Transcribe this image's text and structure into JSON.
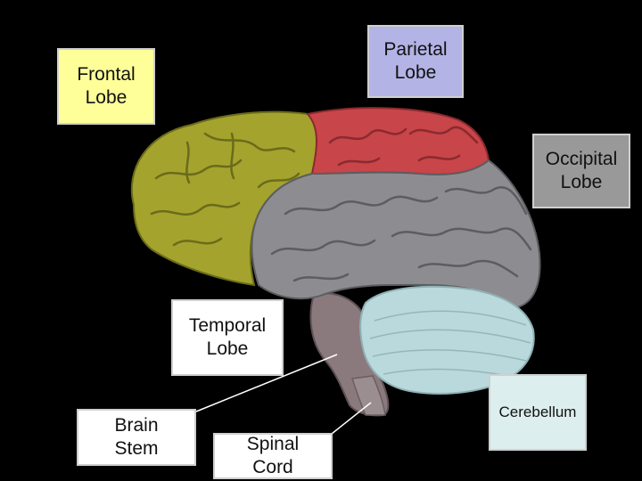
{
  "labels": {
    "frontal": "Frontal\nLobe",
    "parietal": "Parietal\nLobe",
    "occipital": "Occipital\nLobe",
    "temporal": "Temporal\nLobe",
    "brain_stem": "Brain\nStem",
    "spinal_cord": "Spinal\nCord",
    "cerebellum": "Cerebellum"
  },
  "colors": {
    "background": "#000000",
    "frontal_lobe": "#a3a32e",
    "parietal_lobe": "#c8454a",
    "occipital_temporal_lobe": "#8d8d91",
    "cerebellum": "#b9d9dc",
    "brain_stem": "#8a7a7e",
    "frontal_label_bg": "#ffff99",
    "parietal_label_bg": "#b3b3e6",
    "occipital_label_bg": "#999999",
    "white_label_bg": "#ffffff",
    "cerebellum_label_bg": "#ddeeee"
  }
}
